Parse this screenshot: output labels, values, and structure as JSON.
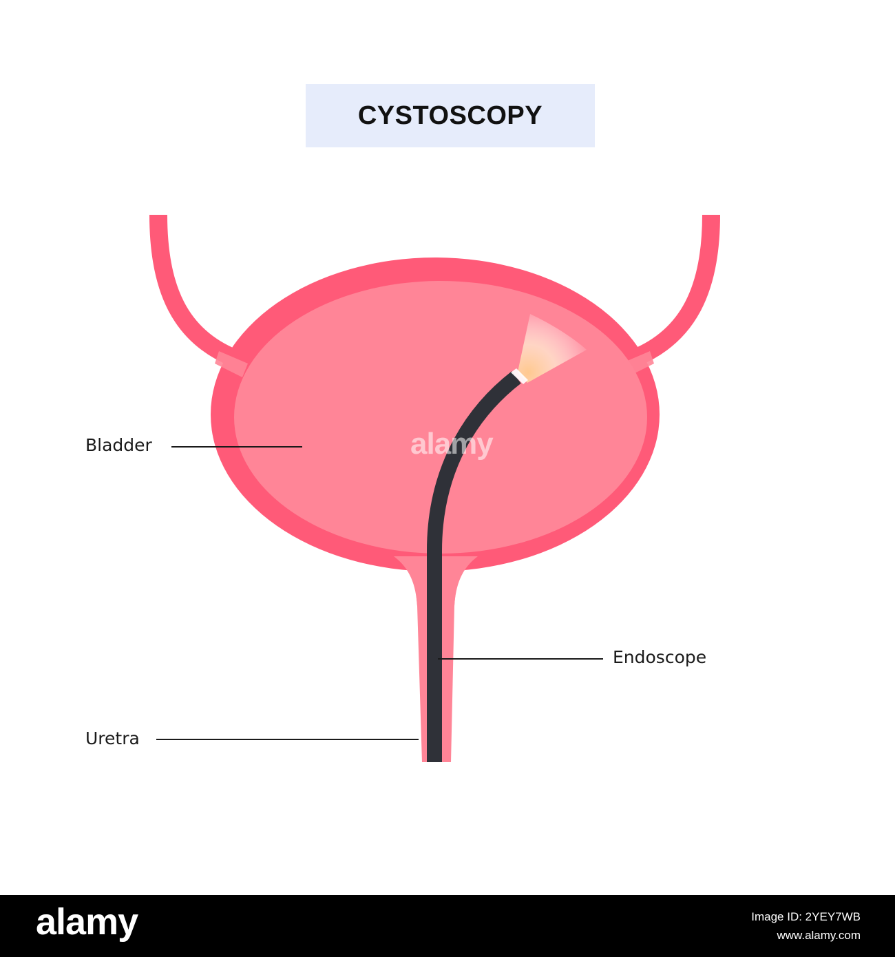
{
  "title": "CYSTOSCOPY",
  "labels": {
    "bladder": "Bladder",
    "endoscope": "Endoscope",
    "uretra": "Uretra"
  },
  "colors": {
    "bladder_wall": "#ff5a78",
    "bladder_interior": "#ff8597",
    "ureter": "#ff5a78",
    "endoscope": "#2f3138",
    "title_box": "#e6ecfb",
    "leader_line": "#1a1a1a",
    "light_beam": "#ffd9b8"
  },
  "watermark": {
    "text": "alamy"
  },
  "footer": {
    "logo": "alamy",
    "image_id": "Image ID: 2YEY7WB",
    "url": "www.alamy.com"
  }
}
